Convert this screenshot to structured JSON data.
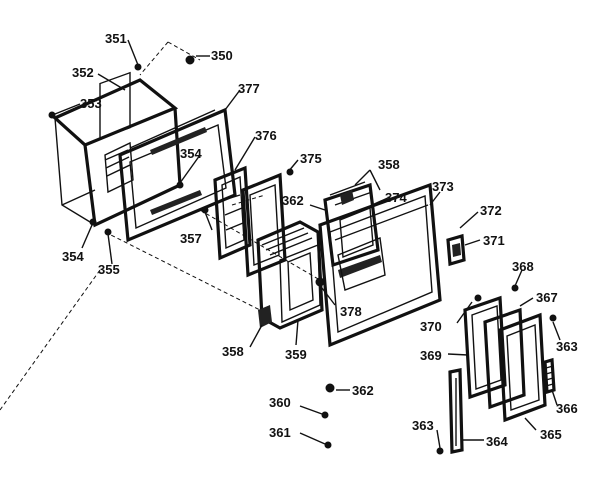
{
  "callouts": [
    "351",
    "350",
    "352",
    "353",
    "377",
    "376",
    "354",
    "375",
    "358",
    "362",
    "374",
    "373",
    "372",
    "357",
    "371",
    "354",
    "355",
    "368",
    "378",
    "367",
    "370",
    "363",
    "358",
    "359",
    "369",
    "366",
    "362",
    "360",
    "365",
    "363",
    "361",
    "364"
  ]
}
